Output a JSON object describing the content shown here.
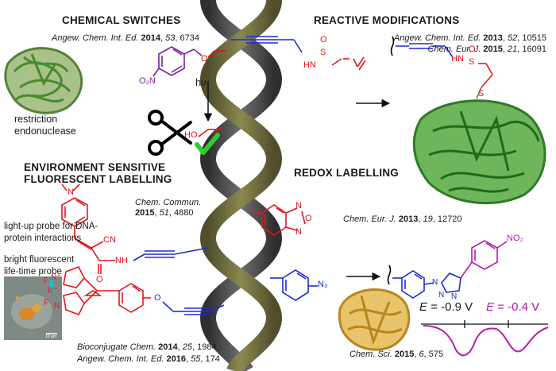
{
  "sections": {
    "chemical_switches": "CHEMICAL SWITCHES",
    "reactive_modifications": "REACTIVE MODIFICATIONS",
    "environment_sensitive_line1": "ENVIRONMENT SENSITIVE",
    "environment_sensitive_line2": "FLUORESCENT LABELLING",
    "redox_labelling": "REDOX LABELLING"
  },
  "refs": {
    "chem_switch": {
      "journal": "Angew. Chem. Int. Ed.",
      "year": "2014",
      "vol": "53",
      "page": "6734"
    },
    "reactive_1": {
      "journal": "Angew. Chem. Int. Ed.",
      "year": "2013",
      "vol": "52",
      "page": "10515"
    },
    "reactive_2": {
      "journal": "Chem. Eur. J.",
      "year": "2015",
      "vol": "21",
      "page": "16091"
    },
    "env_chem_commun": {
      "journal_l1": "Chem. Commun.",
      "year": "2015",
      "vol": "51",
      "page": "4880"
    },
    "redox_chem_eur": {
      "journal": "Chem. Eur. J.",
      "year": "2013",
      "vol": "19",
      "page": "12720"
    },
    "bioconj": {
      "journal": "Bioconjugate Chem.",
      "year": "2014",
      "vol": "25",
      "page": "1984"
    },
    "angew_2016": {
      "journal": "Angew. Chem. Int. Ed.",
      "year": "2016",
      "vol": "55",
      "page": "174"
    },
    "chem_sci": {
      "journal": "Chem. Sci.",
      "year": "2015",
      "vol": "6",
      "page": "575"
    }
  },
  "labels": {
    "restriction_l1": "restriction",
    "restriction_l2": "endonuclease",
    "lightup_l1": "light-up probe for DNA-",
    "lightup_l2": "protein interactions",
    "bright_l1": "bright fluorescent",
    "bright_l2": "life-time probe",
    "hv": "hν",
    "scale": "10 μm"
  },
  "chem": {
    "o2n": "O₂N",
    "o_ether": "O",
    "ho": "HO",
    "hn": "HN",
    "s": "S",
    "o": "O",
    "hn2": "HN",
    "s2": "S",
    "o2": "O",
    "s_thio": "S",
    "n_dimethyl": "N",
    "cn": "CN",
    "o_amide": "O",
    "nh": "NH",
    "n_oxa1": "N",
    "n_oxa2": "N",
    "o_oxa": "O",
    "n3": "N₃",
    "no2": "NO₂",
    "n_tri1": "N",
    "n_tri2": "N",
    "n_tri3": "N",
    "bodipy_n1": "N⁺",
    "bodipy_b": "B⁻",
    "bodipy_f1": "F",
    "bodipy_f2": "F",
    "bodipy_n2": "N",
    "o_bodipy": "O"
  },
  "redox": {
    "e1_label": "E",
    "e1_value": " = -0.9 V",
    "e2_label": "E",
    "e2_value": " = -0.4 V",
    "colors": {
      "e1": "#111111",
      "e2": "#b51ab0"
    }
  },
  "colors": {
    "dna_dark": "#6b6a3e",
    "dna_gray": "#4a4a4a",
    "protein_green": "#3f8f2f",
    "protein_yellow": "#d6a73d",
    "red": "#e3161b",
    "blue": "#1d2bd6",
    "magenta": "#b51ab0",
    "check_green": "#2ecc2e"
  }
}
